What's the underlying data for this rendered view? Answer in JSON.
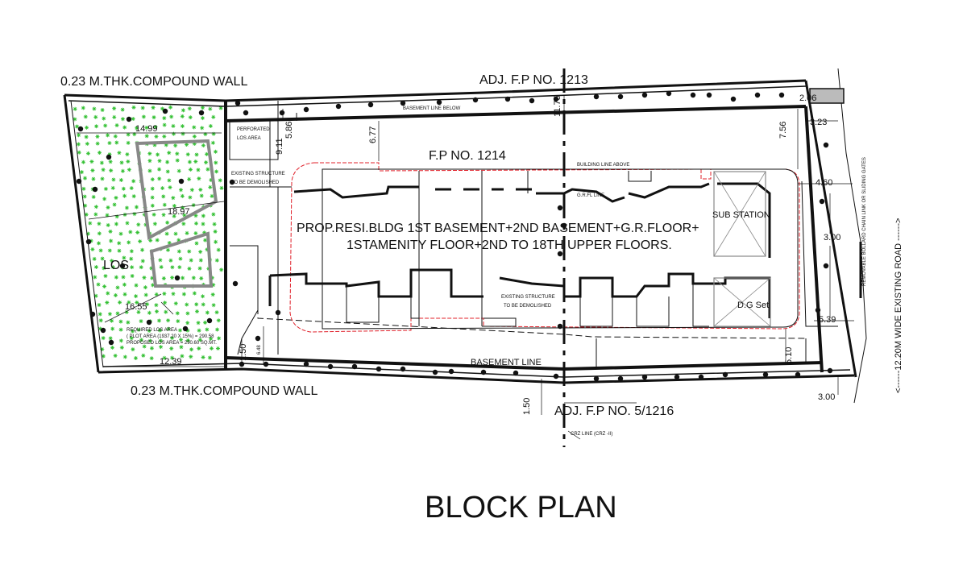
{
  "labels": {
    "compound_wall_top": "0.23 M.THK.COMPOUND WALL",
    "compound_wall_bottom": "0.23 M.THK.COMPOUND WALL",
    "adj_fp_top": "ADJ. F.P NO. 1213",
    "adj_fp_bottom": "ADJ. F.P NO. 5/1216",
    "fp_main": "F.P NO. 1214",
    "building_line1": "PROP.RESI.BLDG 1ST BASEMENT+2ND BASEMENT+G.R.FLOOR+",
    "building_line2": "1STAMENITY FLOOR+2ND TO 18TH UPPER FLOORS.",
    "sub_station": "SUB STATION",
    "dg_set": "D.G Set",
    "los": "LOS",
    "perforated_los_1": "PERFORATED",
    "perforated_los_2": "LOS AREA",
    "existing_structure_1a": "EXISTING STRUCTURE",
    "existing_structure_1b": "TO BE DEMOLISHED",
    "existing_structure_2a": "EXISTING STRUCTURE",
    "existing_structure_2b": "TO BE DEMOLISHED",
    "basement_line_below": "BASEMENT LINE BELOW",
    "building_line_above": "BUILDING LINE ABOVE",
    "gr_fl_line": "G.R.FL LINE",
    "basement_line": "BASEMENT LINE",
    "crz_line": "CRZ LINE (CRZ -II)",
    "road": "<------12.20M WIDE EXISTING ROAD ------>",
    "removable_bollard": "REMOVABLE BOLLARD CHAIN LINK OR SLIDING GATES",
    "required_los_1": "REQUIRED LOS AREA",
    "required_los_2": "( PLOT AREA (1937.20 X 15%)  =  290.58",
    "required_los_3": "PROPOSED LOS AREA  =  290.60  SQ.MT.",
    "block_plan": "BLOCK PLAN"
  },
  "dimensions": {
    "d_14_99": "14.99",
    "d_18_97": "18.97",
    "d_16_55": "16.55",
    "d_12_39": "12.39",
    "d_11_75": "11.75",
    "d_5_86": "5.86",
    "d_9_11": "9.11",
    "d_6_77": "6.77",
    "d_7_56": "7.56",
    "d_2_06": "2.06",
    "d_3_23": "3.23",
    "d_4_60": "4.60",
    "d_3_00_right": "3.00",
    "d_5_39": "5.39",
    "d_5_10": "5.10",
    "d_3_00_bottom": "3.00",
    "d_1_50_left": "1.50",
    "d_6_48": "6.48",
    "d_1_50_bottom": "1.50"
  },
  "colors": {
    "line": "#111111",
    "setback_red": "#e0202a",
    "landscape_green": "#2fbf2f",
    "structure_grey": "#888888",
    "gate_fill": "#bbbbbb"
  }
}
